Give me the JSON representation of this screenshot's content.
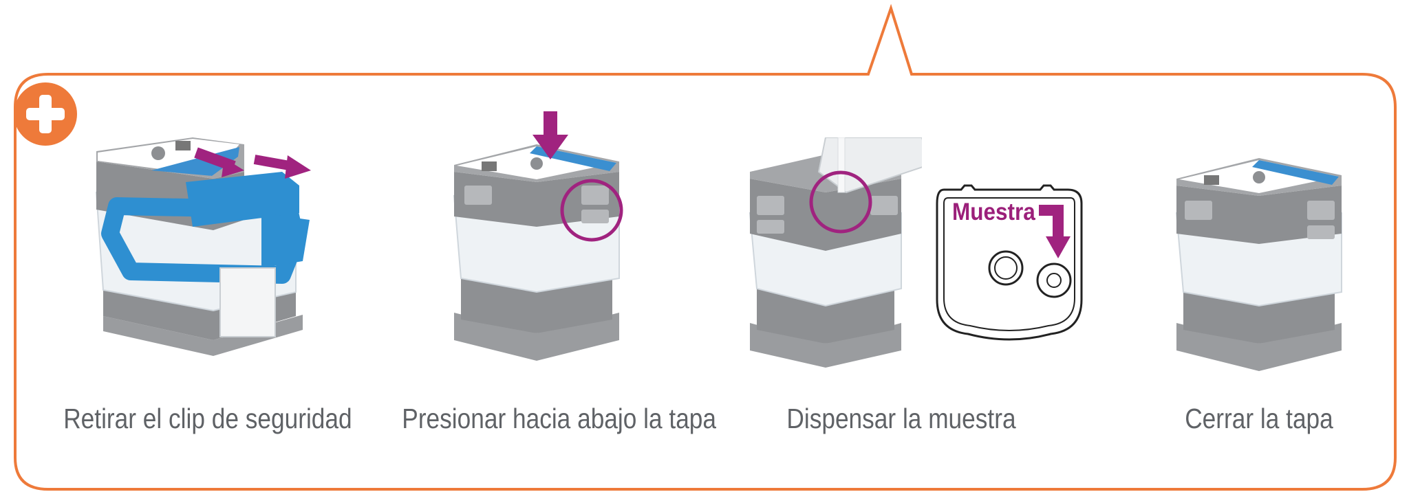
{
  "colors": {
    "frame_orange": "#ee7a3a",
    "accent_purple": "#a0237f",
    "cap_gray": "#8d8f92",
    "body_translucent": "#eef2f5",
    "clip_blue": "#2e8fd1",
    "label_blue": "#3b8fd0"
  },
  "steps": [
    {
      "caption": "Retirar el clip de seguridad",
      "illustration": "cartridge-with-blue-clip"
    },
    {
      "caption": "Presionar hacia abajo la tapa",
      "illustration": "cartridge-press-down"
    },
    {
      "caption": "Dispensar la muestra",
      "illustration": "cartridge-open-lid"
    },
    {
      "caption": "Cerrar la tapa",
      "illustration": "cartridge-closed"
    }
  ],
  "callout": {
    "label": "Muestra"
  },
  "icons": [
    "plus-icon",
    "arrow-right-icon",
    "arrow-down-icon",
    "arrow-bent-down-icon",
    "highlight-circle-icon"
  ]
}
